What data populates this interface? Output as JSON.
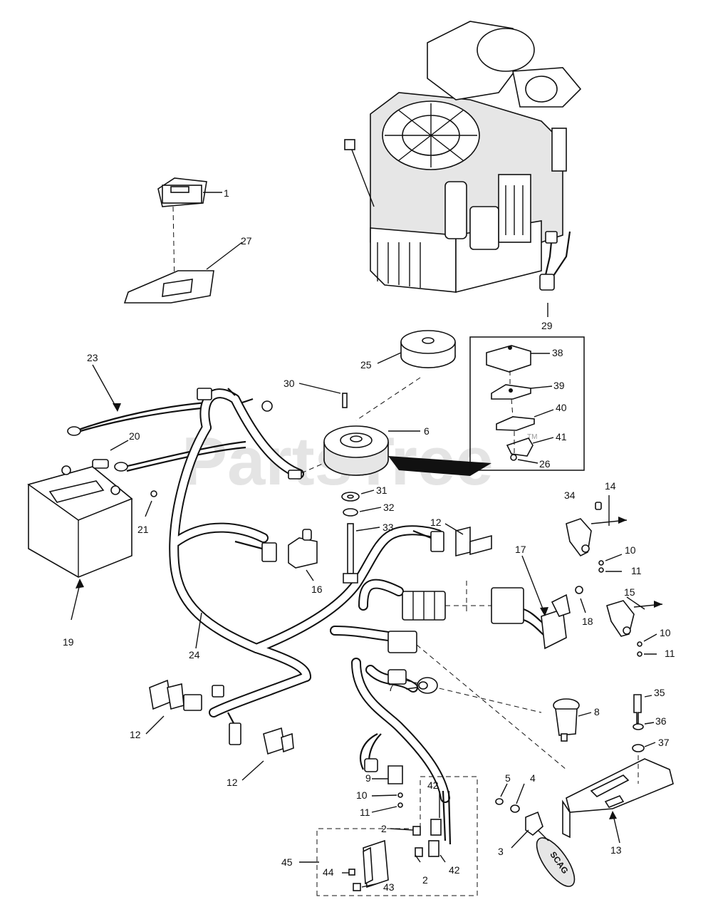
{
  "watermark": "PartsTree",
  "trademark": "TM",
  "key_tag_text": "SCAG",
  "callouts": [
    "1",
    "27",
    "29",
    "23",
    "25",
    "30",
    "38",
    "39",
    "40",
    "41",
    "26",
    "6",
    "20",
    "21",
    "19",
    "31",
    "32",
    "33",
    "12",
    "16",
    "24",
    "17",
    "18",
    "34",
    "14",
    "10",
    "11",
    "15",
    "7",
    "8",
    "35",
    "36",
    "37",
    "13",
    "5",
    "4",
    "3",
    "9",
    "42",
    "2",
    "44",
    "45",
    "43"
  ]
}
